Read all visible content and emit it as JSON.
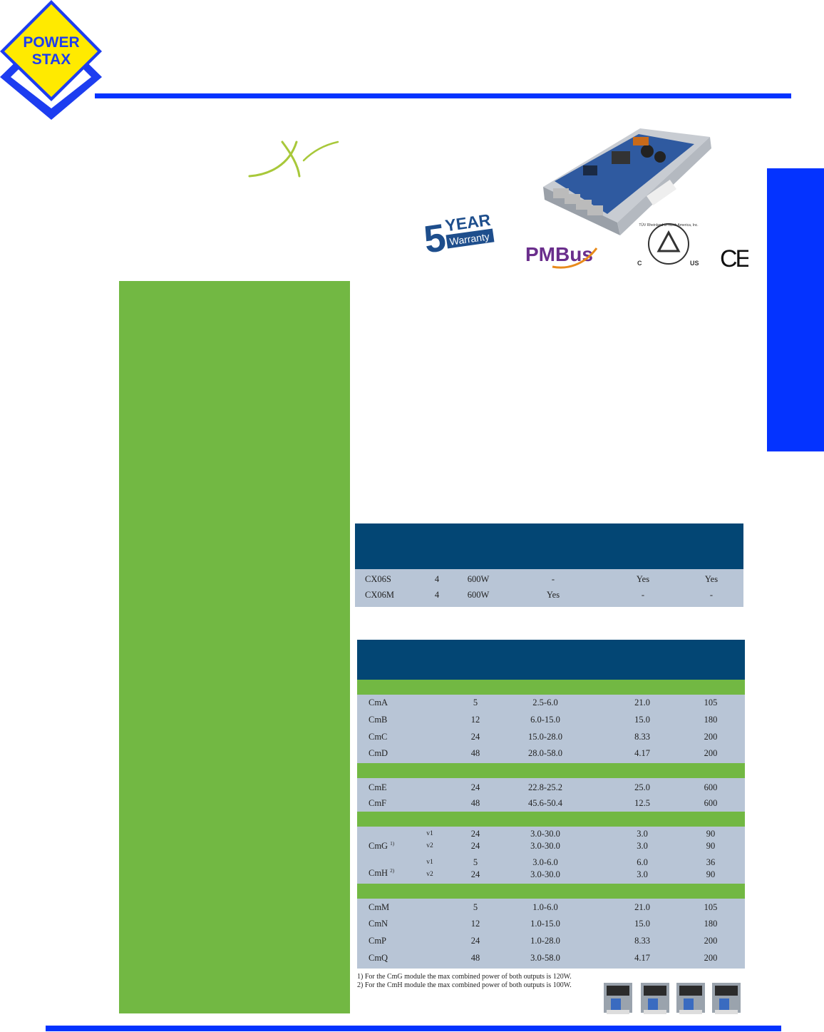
{
  "logo": {
    "line1": "POWER",
    "line2": "STAX"
  },
  "badges": {
    "warranty_number": "5",
    "warranty_word1": "YEAR",
    "warranty_word2": "Warranty",
    "pmbus": "PMBus",
    "tuv_arc": "TÜV Rheinland of North America, Inc.",
    "tuv_c": "C",
    "tuv_us": "US",
    "ce": "CE"
  },
  "colors": {
    "blue": "#0433ff",
    "green": "#72b843",
    "navy": "#034674",
    "row": "#b8c5d6"
  },
  "table1": {
    "rows": [
      [
        "CX06S",
        "4",
        "600W",
        "-",
        "Yes",
        "Yes"
      ],
      [
        "CX06M",
        "4",
        "600W",
        "Yes",
        "-",
        "-"
      ]
    ]
  },
  "table2": {
    "group1": [
      [
        "CmA",
        "5",
        "2.5-6.0",
        "21.0",
        "105"
      ],
      [
        "CmB",
        "12",
        "6.0-15.0",
        "15.0",
        "180"
      ],
      [
        "CmC",
        "24",
        "15.0-28.0",
        "8.33",
        "200"
      ],
      [
        "CmD",
        "48",
        "28.0-58.0",
        "4.17",
        "200"
      ]
    ],
    "group2": [
      [
        "CmE",
        "24",
        "22.8-25.2",
        "25.0",
        "600"
      ],
      [
        "CmF",
        "48",
        "45.6-50.4",
        "12.5",
        "600"
      ]
    ],
    "group3": [
      {
        "name": "CmG",
        "note": "1)",
        "outputs": [
          [
            "v1",
            "24",
            "3.0-30.0",
            "3.0",
            "90"
          ],
          [
            "v2",
            "24",
            "3.0-30.0",
            "3.0",
            "90"
          ]
        ]
      },
      {
        "name": "CmH",
        "note": "2)",
        "outputs": [
          [
            "v1",
            "5",
            "3.0-6.0",
            "6.0",
            "36"
          ],
          [
            "v2",
            "24",
            "3.0-30.0",
            "3.0",
            "90"
          ]
        ]
      }
    ],
    "group4": [
      [
        "CmM",
        "5",
        "1.0-6.0",
        "21.0",
        "105"
      ],
      [
        "CmN",
        "12",
        "1.0-15.0",
        "15.0",
        "180"
      ],
      [
        "CmP",
        "24",
        "1.0-28.0",
        "8.33",
        "200"
      ],
      [
        "CmQ",
        "48",
        "3.0-58.0",
        "4.17",
        "200"
      ]
    ]
  },
  "notes": {
    "n1": "1) For the CmG module the max combined power of both outputs  is 120W.",
    "n2": "2) For the CmH module the max combined power of both outputs  is 100W."
  }
}
